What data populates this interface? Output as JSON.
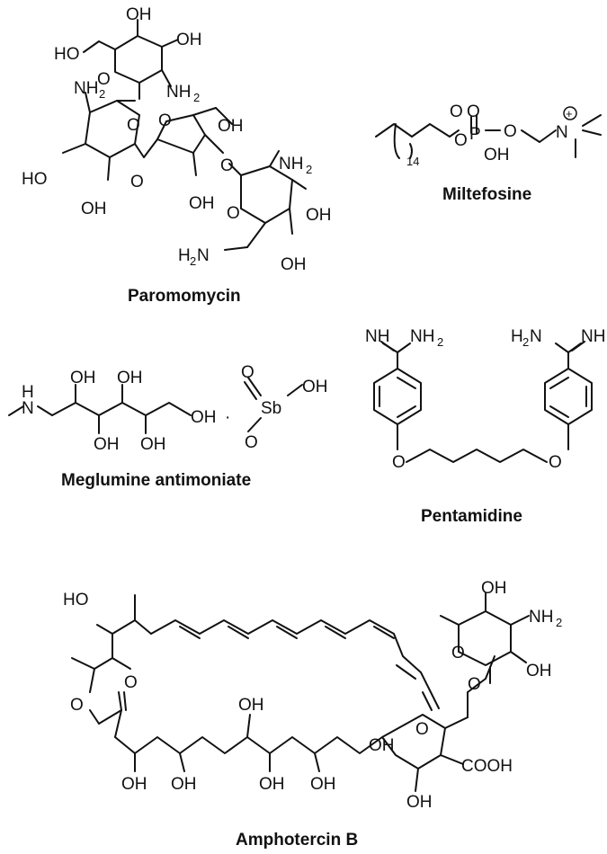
{
  "captions": {
    "paromomycin": "Paromomycin",
    "miltefosine": "Miltefosine",
    "meglumine": "Meglumine antimoniate",
    "pentamidine": "Pentamidine",
    "amphotericin": "Amphotercin B"
  },
  "atoms": {
    "OH": "OH",
    "HO": "HO",
    "O": "O",
    "N": "N",
    "H": "H",
    "NH": "NH",
    "NH2_base": "NH",
    "H2N_base": "H",
    "N_after_H2": "N",
    "sub2": "2",
    "sub14": "14",
    "P": "P",
    "Sb": "Sb",
    "COOH": "COOH",
    "plus": "+",
    "dot": "·"
  }
}
